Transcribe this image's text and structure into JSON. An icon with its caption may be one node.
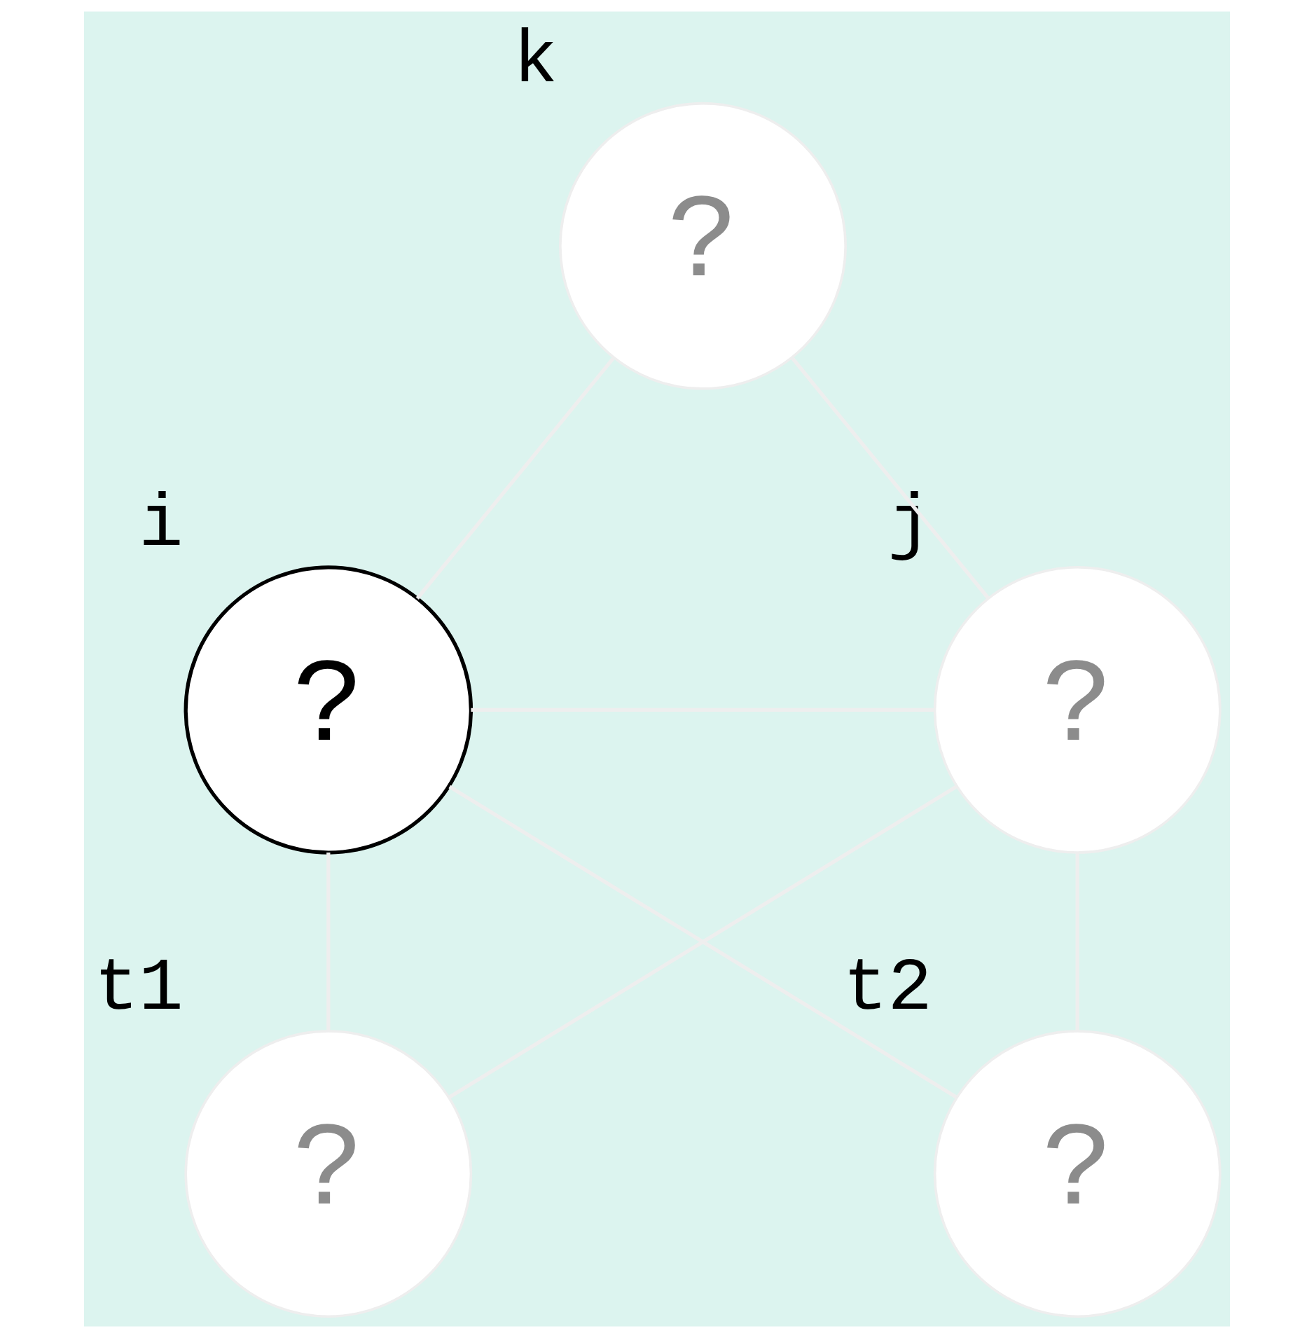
{
  "diagram": {
    "nodes": [
      {
        "text": [
          "?"
        ],
        "beside": [
          "k"
        ]
      },
      {
        "text": [
          "?"
        ],
        "beside": [
          "i"
        ]
      },
      {
        "text": [
          "?"
        ],
        "beside": [
          "j"
        ]
      },
      {
        "text": [
          "?"
        ],
        "beside": [
          "t1"
        ]
      },
      {
        "text": [
          "?"
        ],
        "beside": [
          "t2"
        ]
      }
    ],
    "edges": [
      {
        "from": 0,
        "to": 1,
        "arrow": "none"
      },
      {
        "from": 0,
        "to": 2,
        "arrow": "none"
      },
      {
        "from": 1,
        "to": 2,
        "arrow": "none"
      },
      {
        "from": 1,
        "to": 3,
        "arrow": "none"
      },
      {
        "from": 1,
        "to": 4,
        "arrow": "none"
      },
      {
        "from": 2,
        "to": 3,
        "arrow": "none"
      },
      {
        "from": 2,
        "to": 4,
        "arrow": "none"
      }
    ]
  }
}
